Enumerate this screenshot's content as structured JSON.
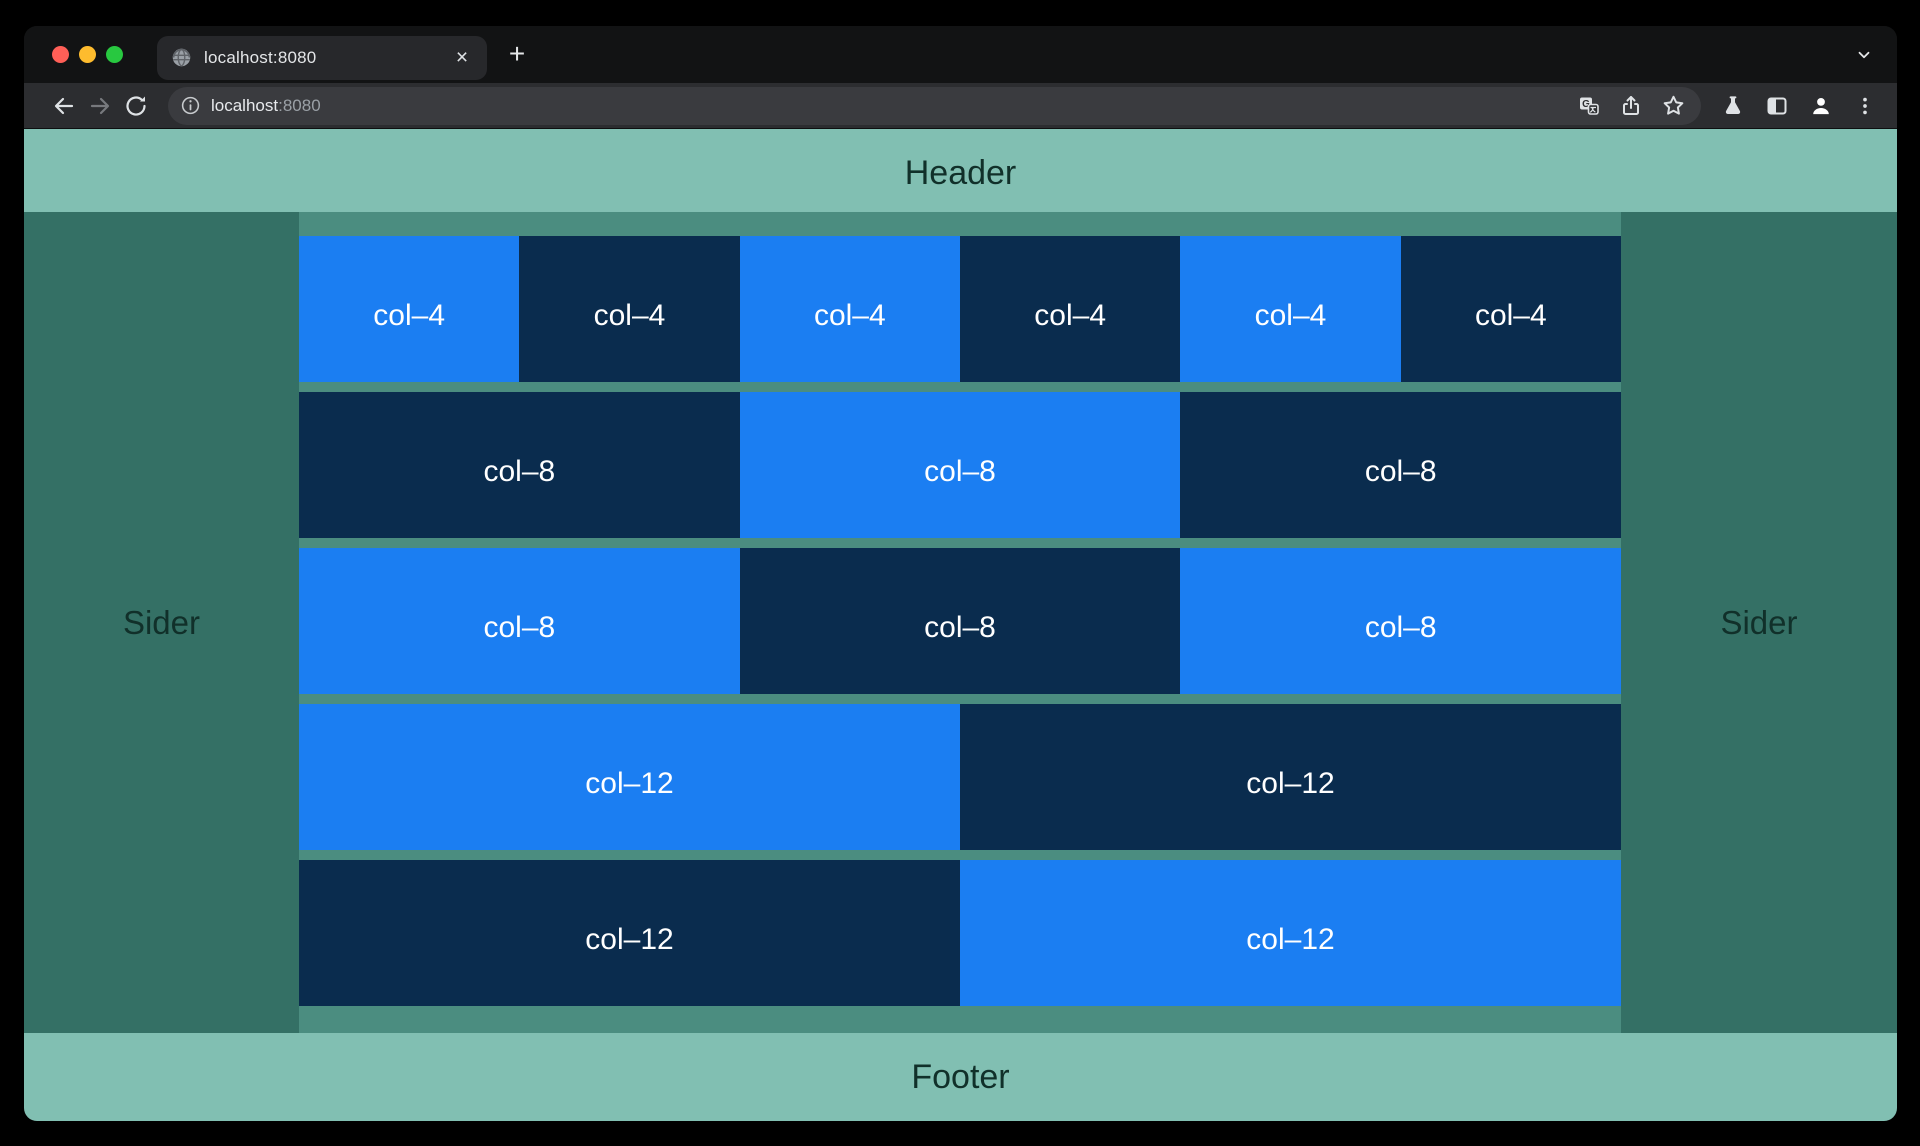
{
  "browser": {
    "tab_title": "localhost:8080",
    "url_host": "localhost",
    "url_port": ":8080",
    "close_glyph": "×",
    "newtab_glyph": "+"
  },
  "page": {
    "header_label": "Header",
    "footer_label": "Footer",
    "sider_left_label": "Sider",
    "sider_right_label": "Sider"
  },
  "grid": {
    "rows": [
      {
        "cols": [
          {
            "label": "col–4",
            "tone": "blue"
          },
          {
            "label": "col–4",
            "tone": "navy"
          },
          {
            "label": "col–4",
            "tone": "blue"
          },
          {
            "label": "col–4",
            "tone": "navy"
          },
          {
            "label": "col–4",
            "tone": "blue"
          },
          {
            "label": "col–4",
            "tone": "navy"
          }
        ]
      },
      {
        "cols": [
          {
            "label": "col–8",
            "tone": "navy"
          },
          {
            "label": "col–8",
            "tone": "blue"
          },
          {
            "label": "col–8",
            "tone": "navy"
          }
        ]
      },
      {
        "cols": [
          {
            "label": "col–8",
            "tone": "blue"
          },
          {
            "label": "col–8",
            "tone": "navy"
          },
          {
            "label": "col–8",
            "tone": "blue"
          }
        ]
      },
      {
        "cols": [
          {
            "label": "col–12",
            "tone": "blue"
          },
          {
            "label": "col–12",
            "tone": "navy"
          }
        ]
      },
      {
        "cols": [
          {
            "label": "col–12",
            "tone": "navy"
          },
          {
            "label": "col–12",
            "tone": "blue"
          }
        ]
      }
    ]
  },
  "colors": {
    "header_footer_bg": "#81bfb2",
    "sider_bg": "#347065",
    "content_bg": "#4b8d80",
    "block_blue": "#1b7ef2",
    "block_navy": "#0a2c4e",
    "dark_text": "#11302a",
    "traffic_red": "#ff5f57",
    "traffic_yellow": "#febc2e",
    "traffic_green": "#28c840"
  }
}
